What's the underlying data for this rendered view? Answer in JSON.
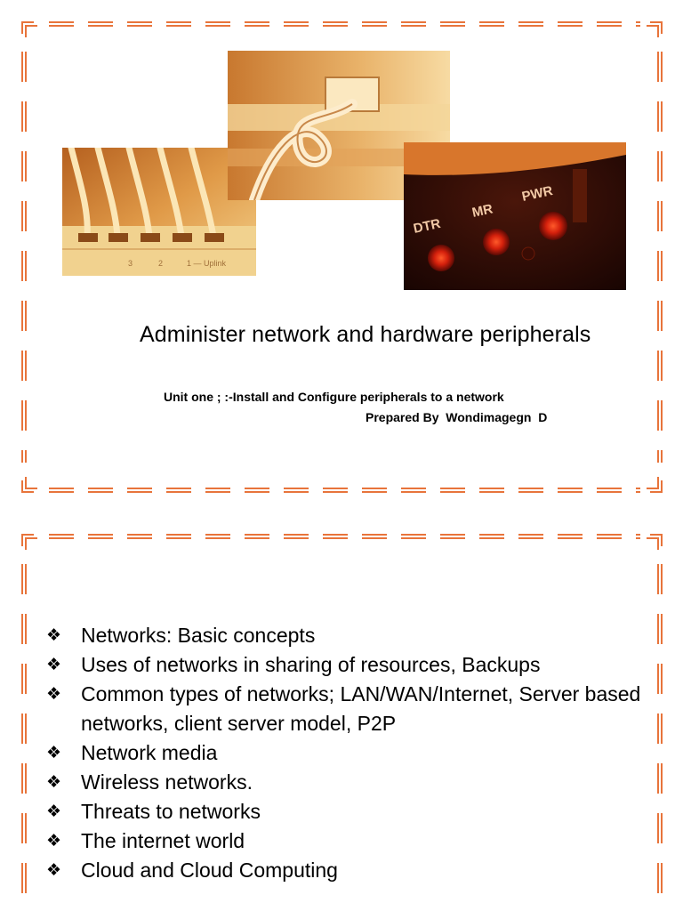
{
  "slide1": {
    "title": "Administer network and hardware peripherals",
    "unit_line": "Unit one ; :-Install and Configure peripherals to a network",
    "prepared_by": "Prepared By  Wondimagegn  D",
    "photos": {
      "switch_ports": {
        "label": "1 — Uplink",
        "port_numbers": [
          "3",
          "2"
        ]
      },
      "modem_leds": {
        "led_labels": [
          "DTR",
          "MR",
          "PWR"
        ]
      }
    },
    "frame_color": "#e8743b"
  },
  "slide2": {
    "bullet_icon": "diamond-cluster-icon",
    "bullet_glyph": "❖",
    "topics": [
      "Networks: Basic concepts",
      "Uses of networks in sharing of resources, Backups",
      "Common types of networks; LAN/WAN/Internet, Server based networks, client server model, P2P",
      "Network media",
      "Wireless networks.",
      "Threats to networks",
      "The internet world",
      "Cloud and Cloud Computing"
    ]
  }
}
